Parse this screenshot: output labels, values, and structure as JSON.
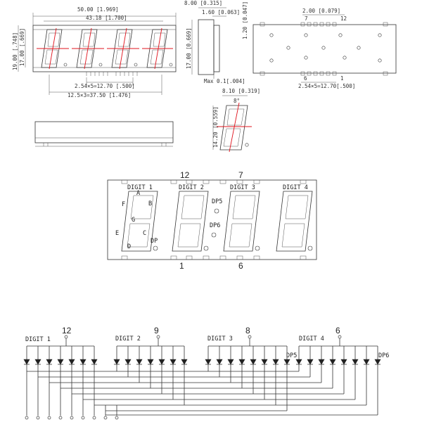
{
  "front_view": {
    "overall_width": "50.00 [1.969]",
    "inner_width": "43.18 [1.700]",
    "height_outer": "19.00 [.748]",
    "height_inner": "17.00 [.669]",
    "pin_pitch": "2.54×5=12.70 [.500]",
    "digit_pitch": "12.5×3=37.50 [1.476]"
  },
  "side_view": {
    "depth": "8.00 [0.315]",
    "pin_dim": "1.60 [0.063]",
    "height": "17.00 [0.669]",
    "max_note": "Max 0.1[.004]"
  },
  "back_view": {
    "top_pitch": "2.00 [0.079]",
    "side_height": "1.20 [0.047]",
    "pin_pitch": "2.54×5=12.70[.500]",
    "pin_7": "7",
    "pin_12": "12",
    "pin_6": "6",
    "pin_1": "1"
  },
  "digit_detail": {
    "width": "8.10 [0.319]",
    "angle": "8°",
    "height": "14.20 [0.559]"
  },
  "face_view": {
    "pin_12": "12",
    "pin_7": "7",
    "pin_1": "1",
    "pin_6": "6",
    "digits": [
      "DIGIT 1",
      "DIGIT 2",
      "DIGIT 3",
      "DIGIT 4"
    ],
    "segments": [
      "A",
      "B",
      "C",
      "D",
      "E",
      "F",
      "G"
    ],
    "dp": "DP",
    "dp5": "DP5",
    "dp6": "DP6"
  },
  "schematic": {
    "groups": [
      {
        "label": "DIGIT 1",
        "pin": "12"
      },
      {
        "label": "DIGIT 2",
        "pin": "9"
      },
      {
        "label": "DIGIT 3",
        "pin": "8"
      },
      {
        "label": "DIGIT 4",
        "pin": "6"
      }
    ],
    "dp5": "DP5",
    "dp6": "DP6"
  }
}
